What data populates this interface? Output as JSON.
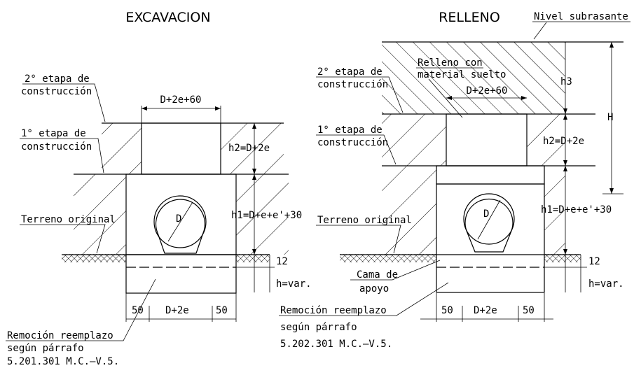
{
  "left": {
    "title": "EXCAVACION",
    "stage2": [
      "2° etapa de",
      "construcción"
    ],
    "stage1": [
      "1° etapa de",
      "construcción"
    ],
    "top_width": "D+2e+60",
    "h2": "h2=D+2e",
    "h1": "h1=D+e+e'+30",
    "terrain": "Terreno original",
    "pipe": "D",
    "bed": "12",
    "hvar": "h=var.",
    "dim_left": "50",
    "dim_mid": "D+2e",
    "dim_right": "50",
    "note": [
      "Remoción reemplazo",
      "según párrafo",
      "5.201.301 M.C.–V.5."
    ]
  },
  "right": {
    "title": "RELLENO",
    "subgrade": "Nivel subrasante",
    "fill_material": [
      "Relleno con",
      "material suelto"
    ],
    "stage2": [
      "2° etapa de",
      "construcción"
    ],
    "stage1": [
      "1° etapa de",
      "construcción"
    ],
    "top_width": "D+2e+60",
    "h3": "h3",
    "H": "H",
    "h2": "h2=D+2e",
    "h1": "h1=D+e+e'+30",
    "terrain": "Terreno original",
    "pipe": "D",
    "bed": "12",
    "hvar": "h=var.",
    "bedding": [
      "Cama de",
      "apoyo"
    ],
    "dim_left": "50",
    "dim_mid": "D+2e",
    "dim_right": "50",
    "note": [
      "Remoción reemplazo",
      "según párrafo",
      "5.202.301 M.C.–V.5."
    ]
  }
}
